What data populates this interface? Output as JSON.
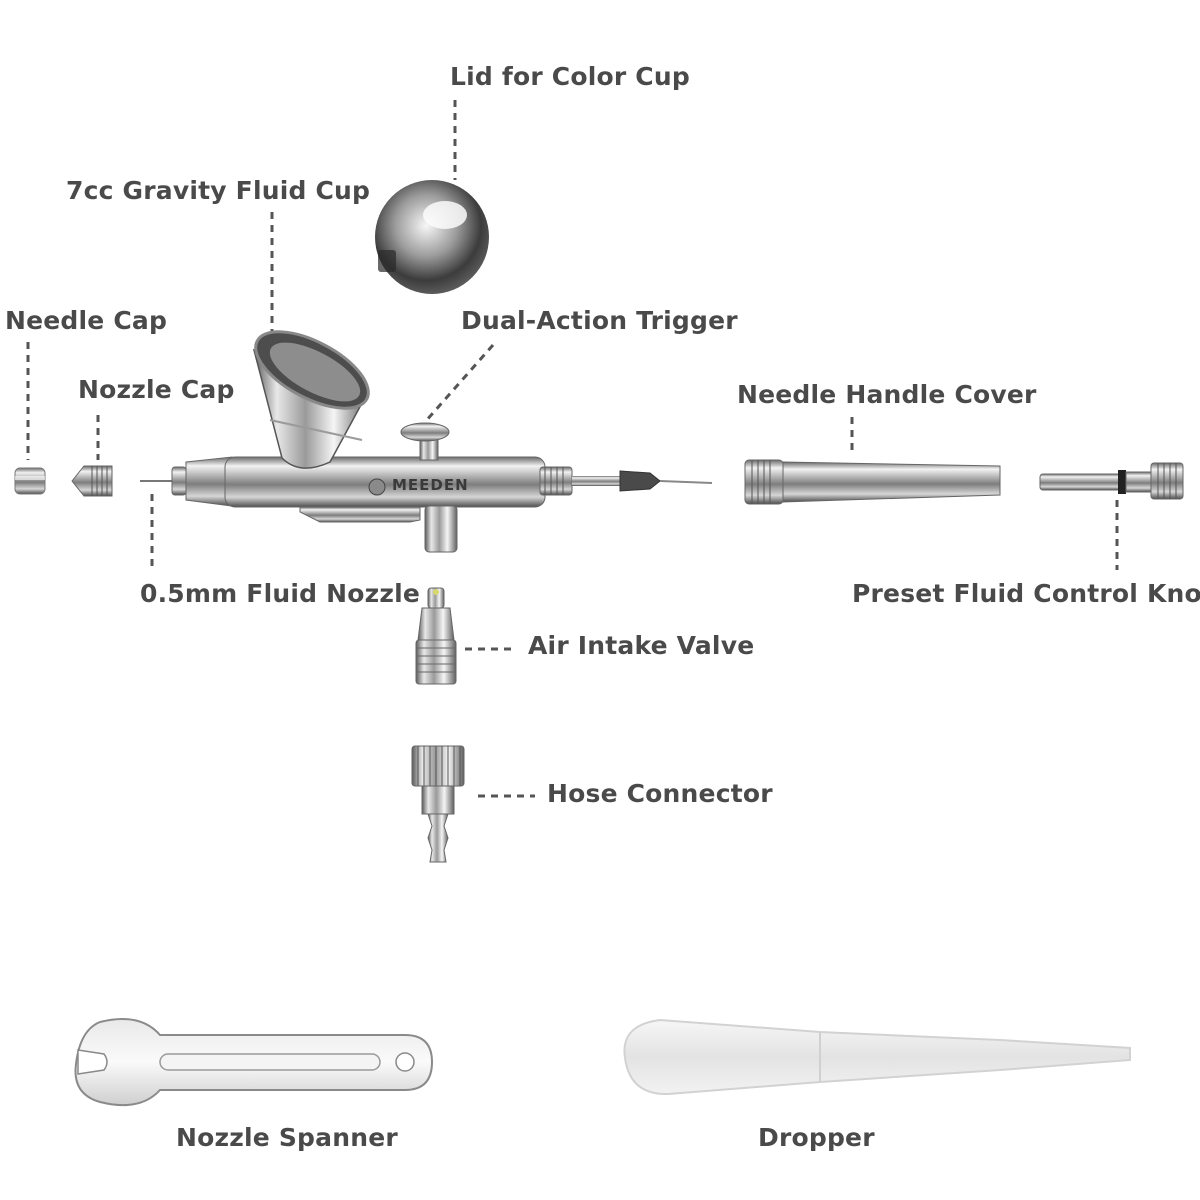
{
  "brand": "MEEDEN",
  "labels": {
    "lid_for_color_cup": "Lid for Color Cup",
    "gravity_fluid_cup": "7cc Gravity Fluid Cup",
    "needle_cap": "Needle Cap",
    "nozzle_cap": "Nozzle Cap",
    "dual_action_trigger": "Dual-Action Trigger",
    "needle_handle_cover": "Needle Handle Cover",
    "fluid_nozzle": "0.5mm Fluid Nozzle",
    "preset_fluid_control_knob": "Preset Fluid Control Knob",
    "air_intake_valve": "Air Intake Valve",
    "hose_connector": "Hose Connector",
    "nozzle_spanner": "Nozzle Spanner",
    "dropper": "Dropper"
  },
  "colors": {
    "label_text": "#4a4a4a",
    "leader_line": "#555555",
    "chrome_dark": "#5a5a5a",
    "chrome_light": "#f4f4f4"
  }
}
